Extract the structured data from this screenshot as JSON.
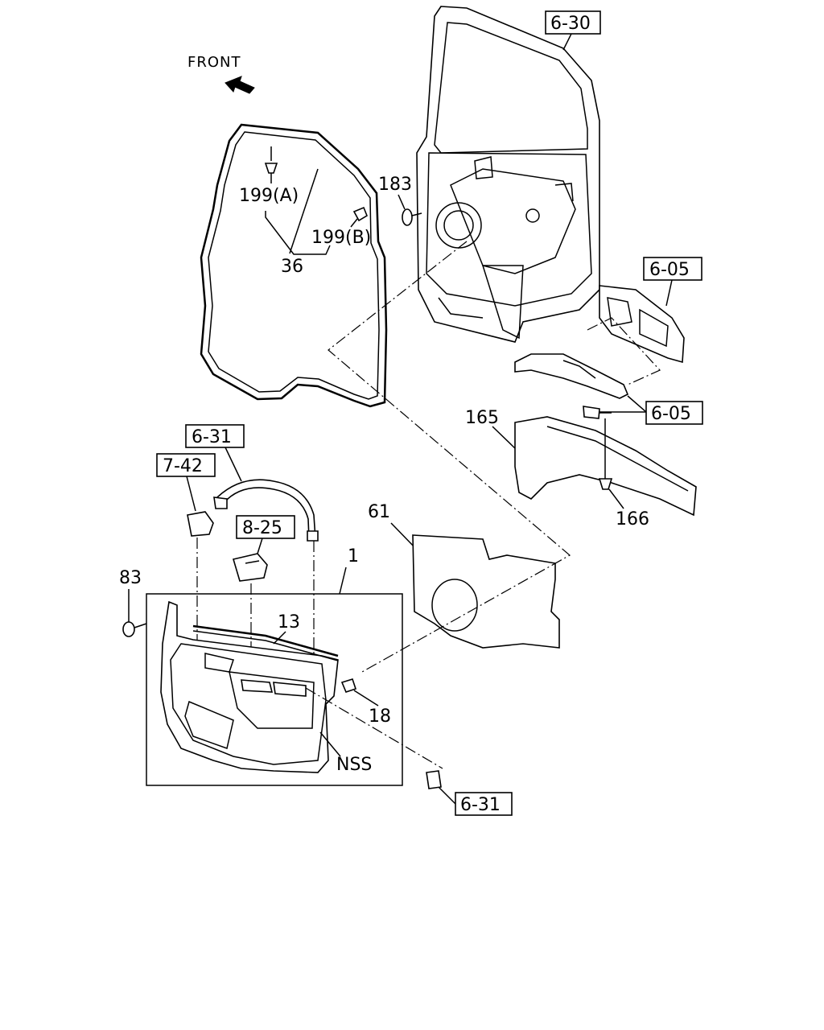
{
  "labels": {
    "front": "FRONT",
    "ref_6_30": "6-30",
    "ref_6_05_top": "6-05",
    "ref_6_05_mid": "6-05",
    "ref_6_31_top": "6-31",
    "ref_6_31_bottom": "6-31",
    "ref_7_42": "7-42",
    "ref_8_25": "8-25",
    "part_183": "183",
    "part_199a": "199(A)",
    "part_199b": "199(B)",
    "part_36": "36",
    "part_165": "165",
    "part_166": "166",
    "part_61": "61",
    "part_83": "83",
    "part_1": "1",
    "part_13": "13",
    "part_18": "18",
    "part_nss": "NSS"
  }
}
